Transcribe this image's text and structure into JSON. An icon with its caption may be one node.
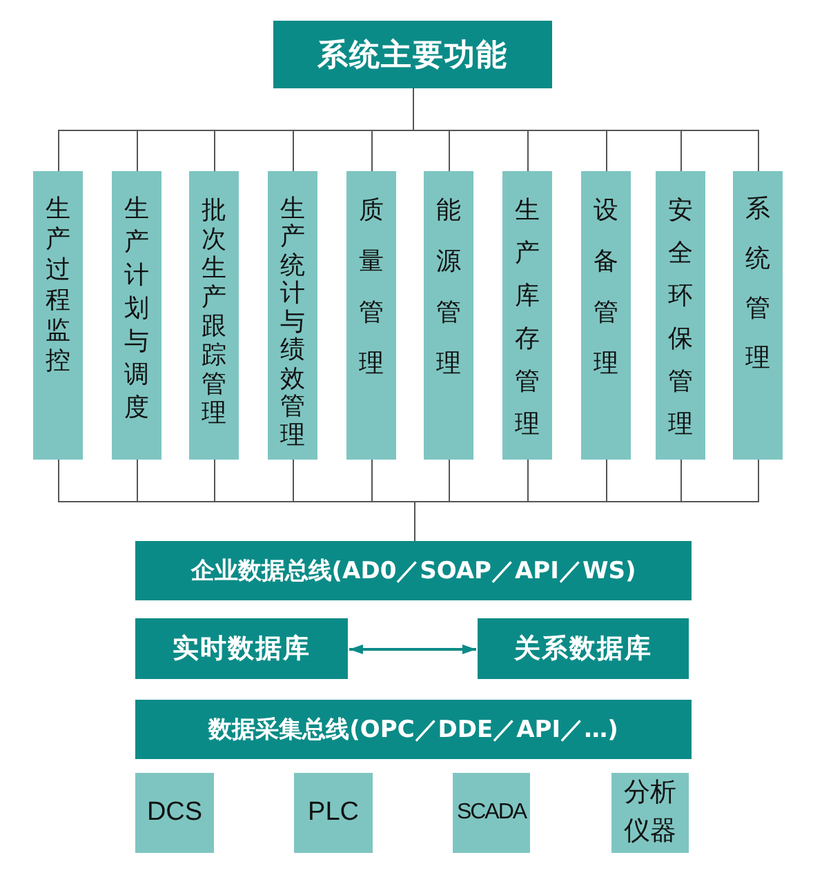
{
  "diagram": {
    "nodes": [
      {
        "text": [
          "系统主要功能"
        ]
      },
      {
        "text": [
          "生产过程监控"
        ]
      },
      {
        "text": [
          "生产计划与调度"
        ]
      },
      {
        "text": [
          "批次生产跟踪管理"
        ]
      },
      {
        "text": [
          "生产统计与绩效管理"
        ]
      },
      {
        "text": [
          "质量管理"
        ]
      },
      {
        "text": [
          "能源管理"
        ]
      },
      {
        "text": [
          "生产库存管理"
        ]
      },
      {
        "text": [
          "设备管理"
        ]
      },
      {
        "text": [
          "安全环保管理"
        ]
      },
      {
        "text": [
          "系统管理"
        ]
      },
      {
        "text": [
          "企业数据总线(AD0／SOAP／API／WS)"
        ]
      },
      {
        "text": [
          "实时数据库"
        ]
      },
      {
        "text": [
          "关系数据库"
        ]
      },
      {
        "text": [
          "数据采集总线(OPC／DDE／API／…)"
        ]
      },
      {
        "text": [
          "DCS"
        ]
      },
      {
        "text": [
          "PLC"
        ]
      },
      {
        "text": [
          "SCADA"
        ]
      },
      {
        "text": [
          "分析仪器"
        ]
      }
    ],
    "edges": [
      {
        "from": 0,
        "to": 1,
        "arrow": "none"
      },
      {
        "from": 0,
        "to": 2,
        "arrow": "none"
      },
      {
        "from": 0,
        "to": 3,
        "arrow": "none"
      },
      {
        "from": 0,
        "to": 4,
        "arrow": "none"
      },
      {
        "from": 0,
        "to": 5,
        "arrow": "none"
      },
      {
        "from": 0,
        "to": 6,
        "arrow": "none"
      },
      {
        "from": 0,
        "to": 7,
        "arrow": "none"
      },
      {
        "from": 0,
        "to": 8,
        "arrow": "none"
      },
      {
        "from": 0,
        "to": 9,
        "arrow": "none"
      },
      {
        "from": 0,
        "to": 10,
        "arrow": "none"
      },
      {
        "from": 1,
        "to": 11,
        "arrow": "none"
      },
      {
        "from": 2,
        "to": 11,
        "arrow": "none"
      },
      {
        "from": 3,
        "to": 11,
        "arrow": "none"
      },
      {
        "from": 4,
        "to": 11,
        "arrow": "none"
      },
      {
        "from": 5,
        "to": 11,
        "arrow": "none"
      },
      {
        "from": 6,
        "to": 11,
        "arrow": "none"
      },
      {
        "from": 7,
        "to": 11,
        "arrow": "none"
      },
      {
        "from": 8,
        "to": 11,
        "arrow": "none"
      },
      {
        "from": 9,
        "to": 11,
        "arrow": "none"
      },
      {
        "from": 10,
        "to": 11,
        "arrow": "none"
      },
      {
        "from": 12,
        "to": 13,
        "arrow": "both",
        "color": "#0b8b87"
      }
    ]
  }
}
